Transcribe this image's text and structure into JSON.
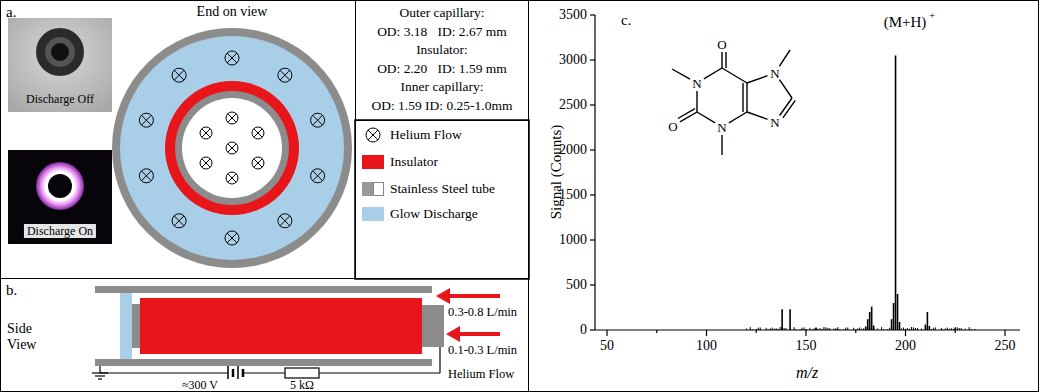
{
  "diagram": {
    "nodes": [
      {
        "text": [
          "a."
        ]
      },
      {
        "text": [
          "Outer capillary:",
          "OD: 3.18   ID: 2.67 mm",
          "Insulator:",
          "OD: 2.20   ID: 1.59 mm",
          "Inner capillary:",
          "OD: 1.59 ID: 0.25-1.0mm"
        ]
      },
      {
        "text": [
          "b.",
          "Side View"
        ]
      },
      {
        "text": [
          "c."
        ]
      }
    ],
    "labels": [
      "Discharge Off",
      "Discharge On",
      "End on view",
      "0.3-0.8 L/min",
      "0.1-0.3 L/min",
      "Helium Flow",
      "≈300 V",
      "5 kΩ",
      "3500",
      "3000",
      "2500",
      "2000",
      "1500",
      "1000",
      "500",
      "0",
      "50",
      "100",
      "150",
      "200",
      "250",
      "Signal (Counts)",
      "m/z",
      "(M+H)",
      "+",
      "O",
      "O",
      "N",
      "N",
      "N",
      "N"
    ],
    "legend": [
      {
        "text": "Helium Flow"
      },
      {
        "text": "Insulator",
        "color": "#e8151b"
      },
      {
        "text": "Stainless Steel tube",
        "color": "#999999"
      },
      {
        "text": "Glow Discharge",
        "color": "#a9cfe8"
      }
    ]
  }
}
